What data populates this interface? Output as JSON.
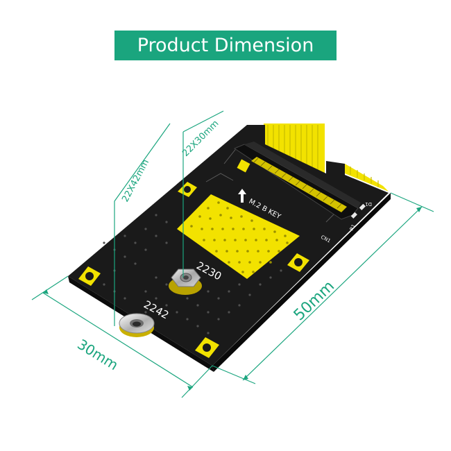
{
  "banner": {
    "title": "Product Dimension"
  },
  "dimensions": {
    "length": "50mm",
    "width": "30mm",
    "callout_long": "22X42mm",
    "callout_short": "22X30mm"
  },
  "board": {
    "mount_2230": "2230",
    "mount_2242": "2242",
    "slot_label": "M.2  B  KEY",
    "connector_ref": "CN1",
    "d1_ref": "D1",
    "r1_ref": "R1"
  },
  "colors": {
    "accent": "#1aa57e",
    "pcb": "#1a1a1a",
    "gold": "#f2e200"
  }
}
